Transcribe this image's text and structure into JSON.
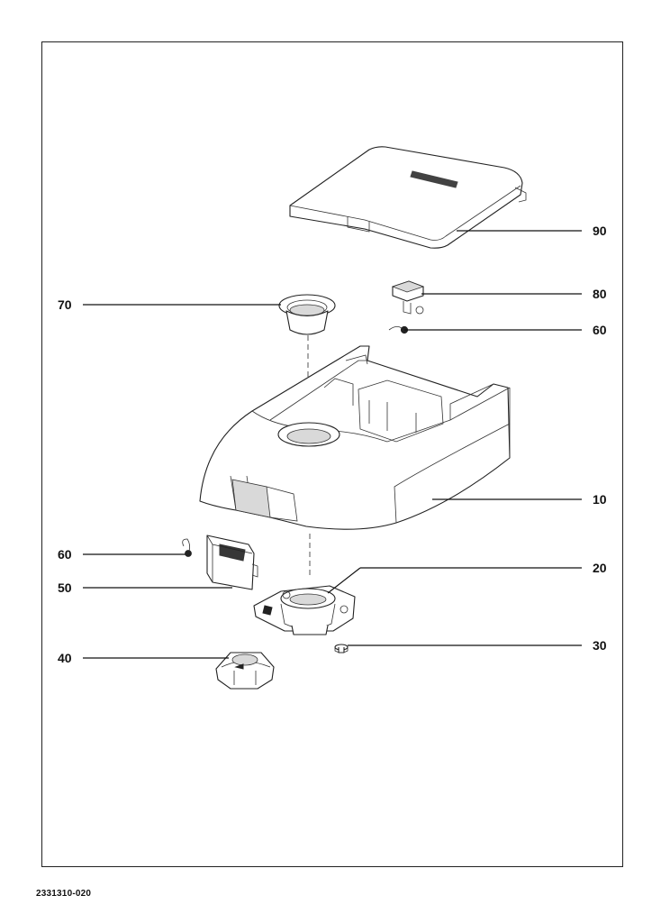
{
  "callouts": {
    "c90": "90",
    "c80": "80",
    "c60_top": "60",
    "c70": "70",
    "c10": "10",
    "c20": "20",
    "c60_left": "60",
    "c50": "50",
    "c30": "30",
    "c40": "40"
  },
  "document_number": "2331310-020",
  "colors": {
    "line": "#222222",
    "background": "#ffffff"
  }
}
